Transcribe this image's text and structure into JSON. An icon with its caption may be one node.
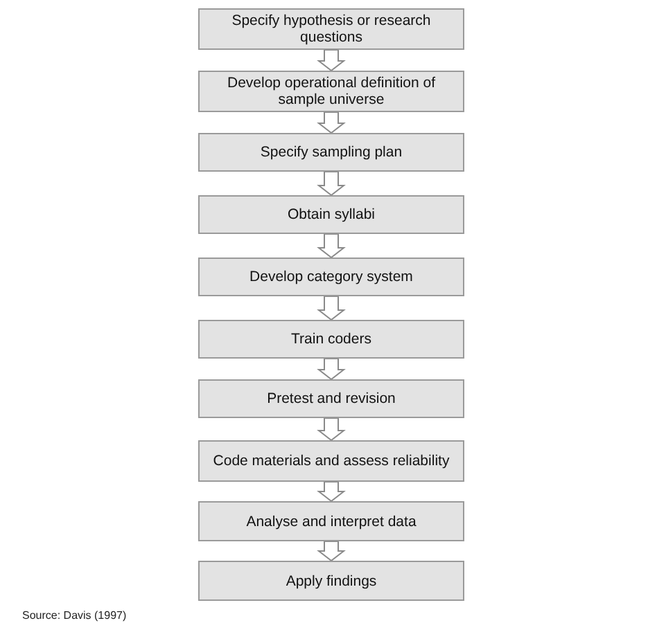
{
  "diagram": {
    "caption": "Source: Davis (1997)",
    "nodes": [
      {
        "text": [
          "Specify hypothesis or research questions"
        ]
      },
      {
        "text": [
          "Develop operational definition of sample universe"
        ]
      },
      {
        "text": [
          "Specify sampling plan"
        ]
      },
      {
        "text": [
          "Obtain syllabi"
        ]
      },
      {
        "text": [
          "Develop category system"
        ]
      },
      {
        "text": [
          "Train coders"
        ]
      },
      {
        "text": [
          "Pretest and revision"
        ]
      },
      {
        "text": [
          "Code materials and assess reliability"
        ]
      },
      {
        "text": [
          "Analyse and interpret data"
        ]
      },
      {
        "text": [
          "Apply findings"
        ]
      }
    ],
    "edges": [
      {
        "from": 0,
        "to": 1,
        "arrow": "to"
      },
      {
        "from": 1,
        "to": 2,
        "arrow": "to"
      },
      {
        "from": 2,
        "to": 3,
        "arrow": "to"
      },
      {
        "from": 3,
        "to": 4,
        "arrow": "to"
      },
      {
        "from": 4,
        "to": 5,
        "arrow": "to"
      },
      {
        "from": 5,
        "to": 6,
        "arrow": "to"
      },
      {
        "from": 6,
        "to": 7,
        "arrow": "to"
      },
      {
        "from": 7,
        "to": 8,
        "arrow": "to"
      },
      {
        "from": 8,
        "to": 9,
        "arrow": "to"
      }
    ]
  }
}
